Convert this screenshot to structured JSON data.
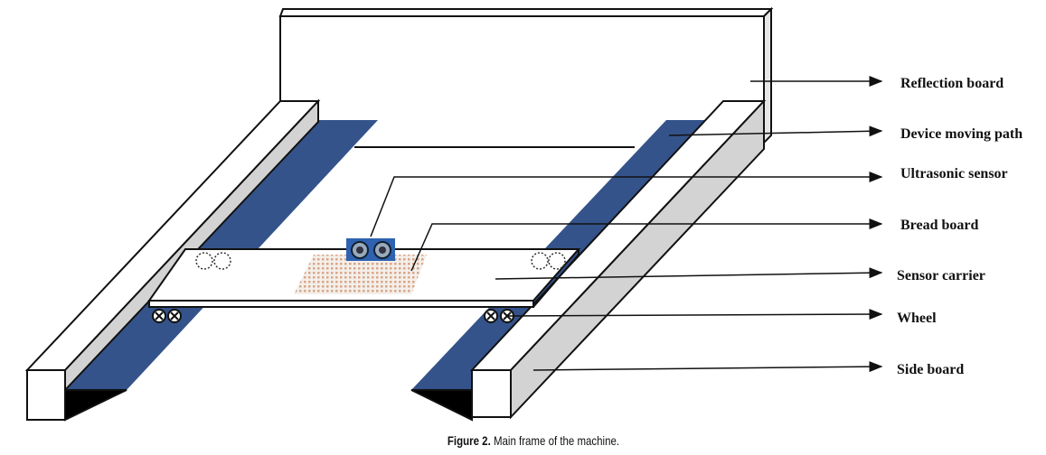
{
  "labels": {
    "reflection_board": "Reflection board",
    "device_moving_path": "Device moving path",
    "ultrasonic_sensor": "Ultrasonic sensor",
    "bread_board": "Bread board",
    "sensor_carrier": "Sensor carrier",
    "wheel": "Wheel",
    "side_board": "Side board"
  },
  "caption": {
    "number": "Figure 2.",
    "text": "Main frame of the machine."
  },
  "colors": {
    "path_blue": "#34538a",
    "side_gray": "#d3d3d3",
    "sensor_blue": "#2f62b0",
    "breadboard_dots": "#d9a68a"
  }
}
